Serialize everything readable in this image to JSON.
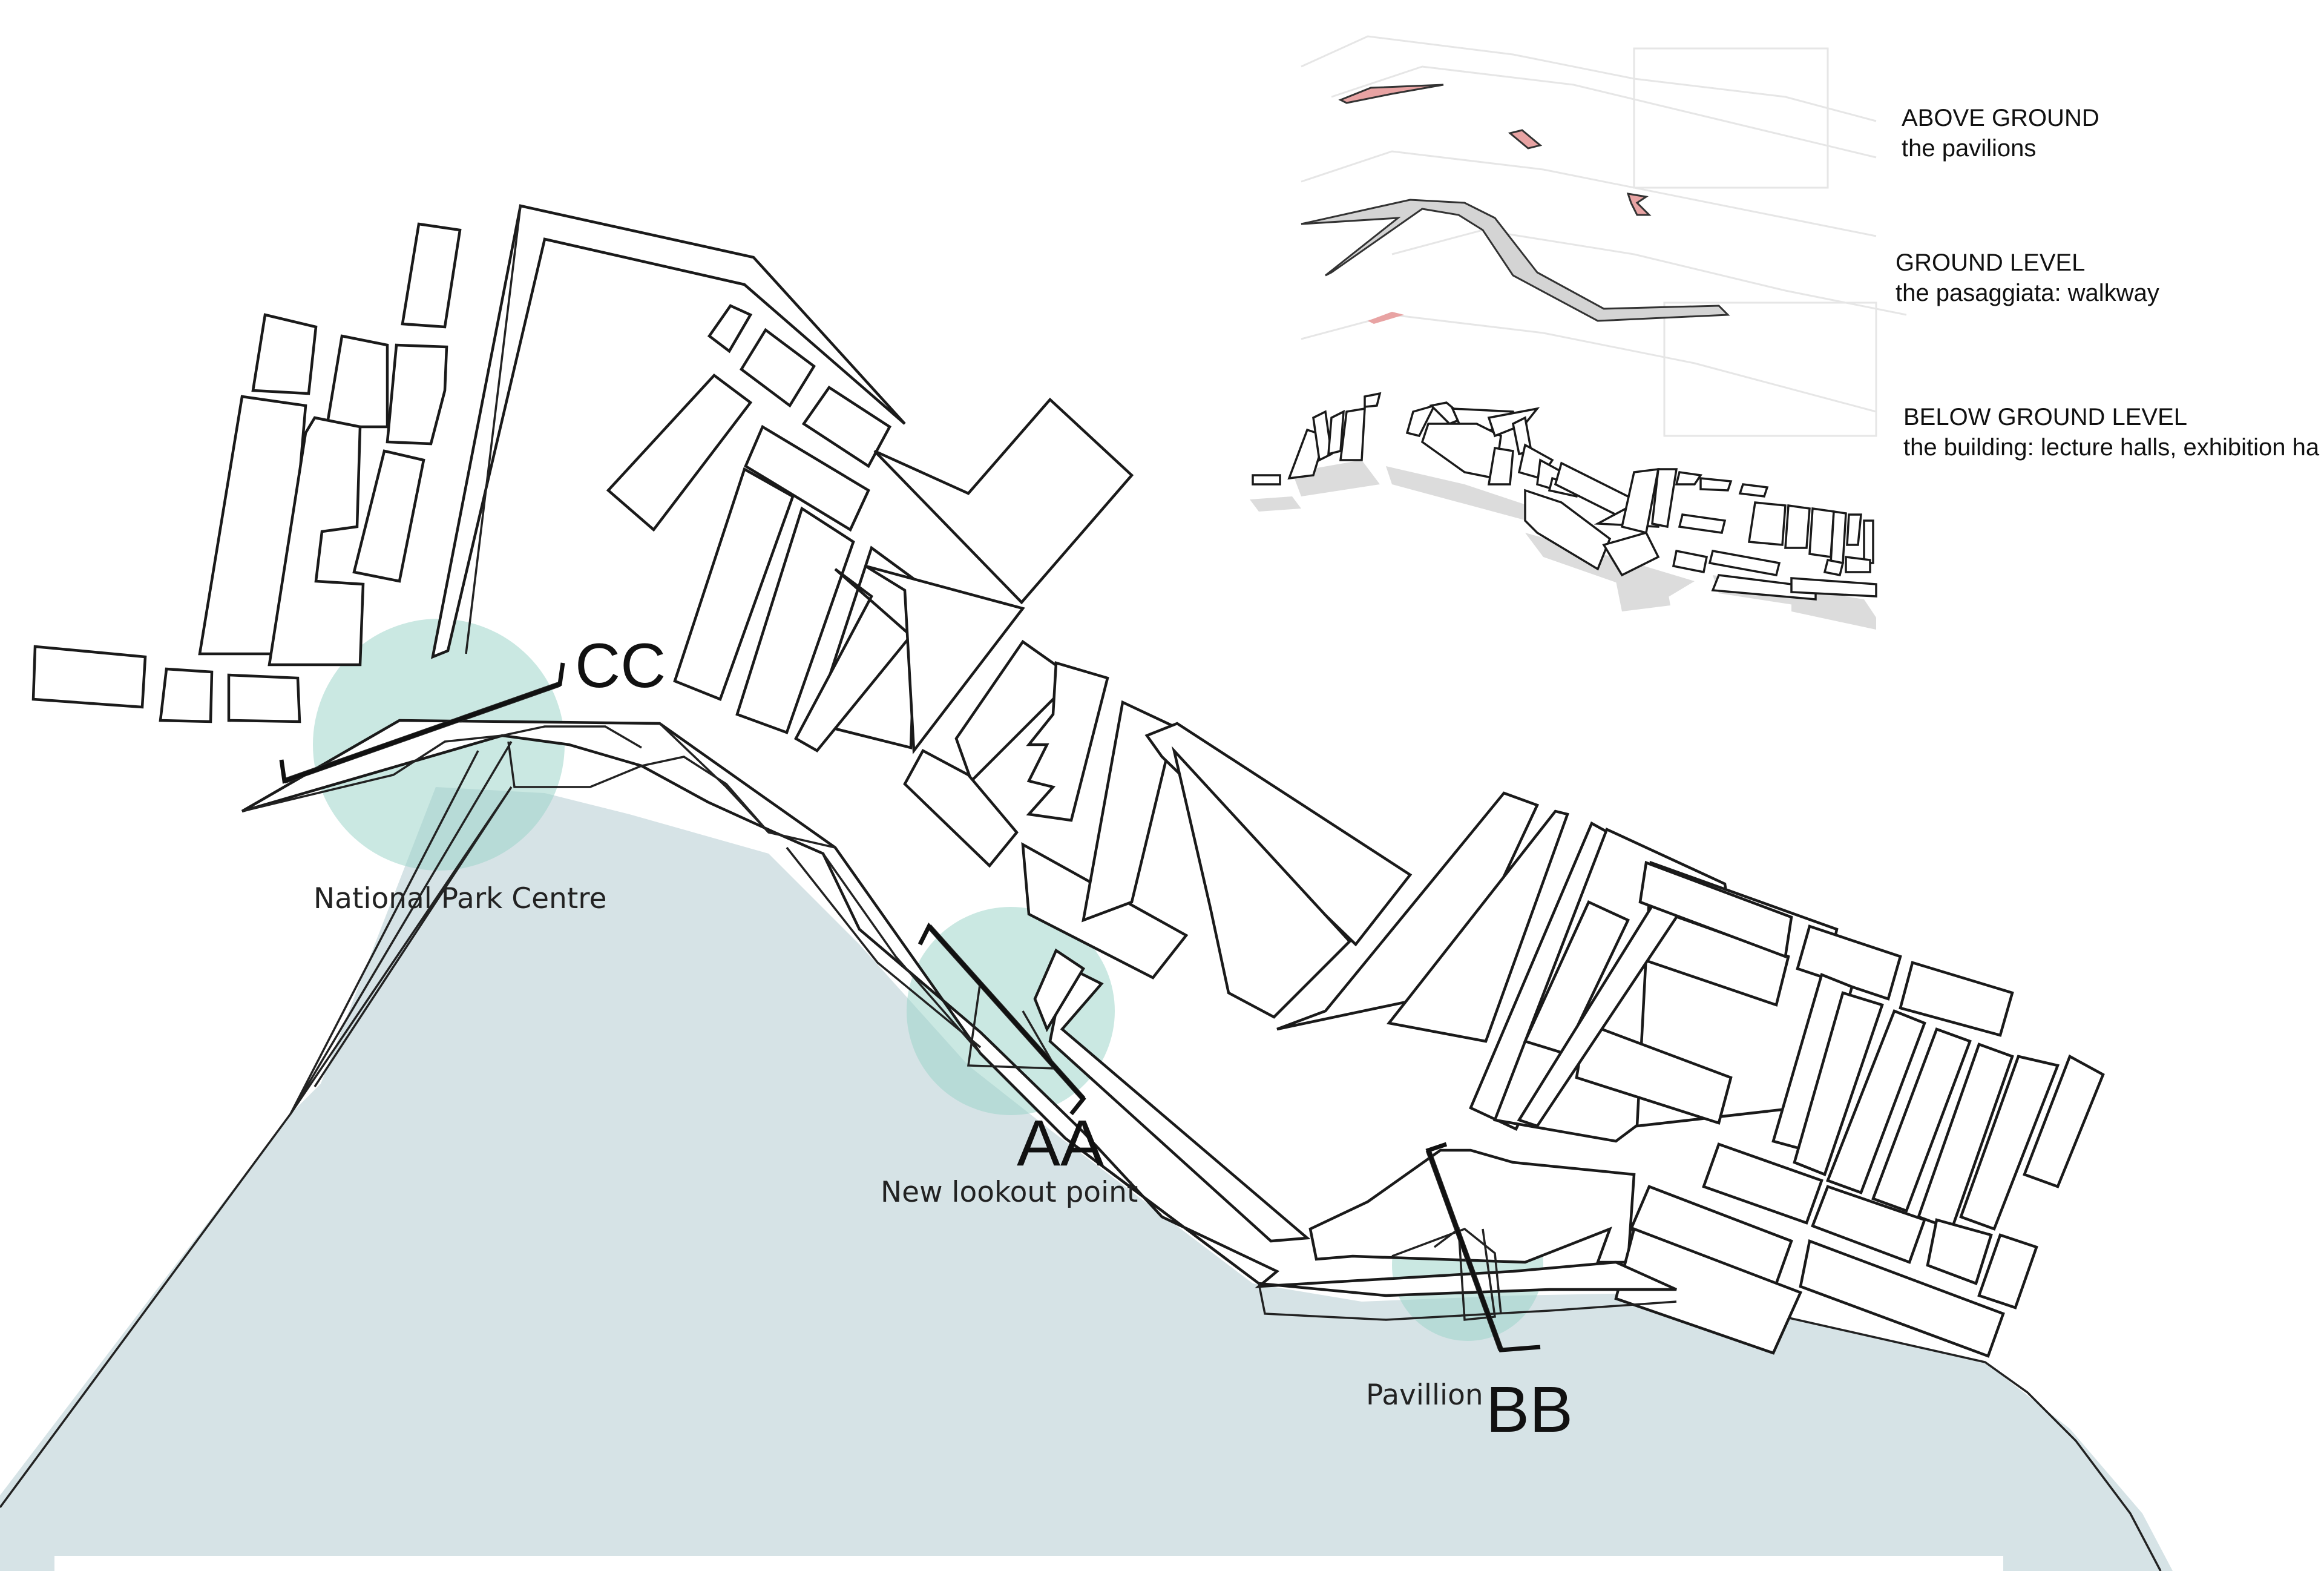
{
  "colors": {
    "water": "#d6e3e6",
    "highlight": "#9fd6cb",
    "pavilion": "#e8a3a3",
    "walkway": "#d4d4d4",
    "outline": "#1a1a1a"
  },
  "places": {
    "national_park": "National Park Centre",
    "lookout": "New lookout point",
    "pavilion": "Pavillion"
  },
  "sections": {
    "cc": "CC",
    "aa": "AA",
    "bb": "BB"
  },
  "legend": {
    "above_title": "ABOVE GROUND",
    "above_sub": "the pavilions",
    "ground_title": "GROUND LEVEL",
    "ground_sub": "the pasaggiata: walkway",
    "below_title": "BELOW GROUND LEVEL",
    "below_sub": "the building: lecture halls, exhibition ha"
  }
}
